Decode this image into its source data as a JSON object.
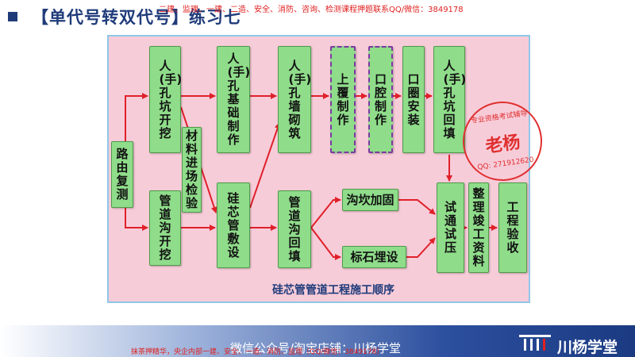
{
  "header": {
    "title": "【单代号转双代号】练习七",
    "top_note": "二建、监理、一建、二造、安全、消防、咨询、检测课程押题联系QQ/微信：3849178"
  },
  "boxes": {
    "path_review": "路由复测",
    "pit_dig": "人(手)孔坑开挖",
    "base_make": "人(手)孔基础制作",
    "material_check": "材料进场检验",
    "wall_build": "人(手)孔墙砌筑",
    "cover_make": "上覆制作",
    "cavity_make": "口腔制作",
    "ring_install": "口圈安装",
    "pit_backfill": "人(手)孔坑回填",
    "trench_dig": "管道沟开挖",
    "pipe_lay": "硅芯管敷设",
    "trench_backfill": "管道沟回填",
    "slope_fix": "沟坎加固",
    "marker_bury": "标石埋设",
    "pressure_test": "试通试压",
    "docs": "整理竣工资料",
    "acceptance": "工程验收"
  },
  "caption": "硅芯管管道工程施工顺序",
  "stamp": {
    "ring_text": "专业资格考试辅导",
    "name": "老杨",
    "qq": "QQ: 271912620"
  },
  "footer": {
    "text": "微信公众号/淘宝店铺：川杨学堂",
    "brand": "川杨学堂",
    "note": "抹茶押精华，央企内部一建、安全、一造、消防、监理（QQ/微信：3849178）"
  },
  "colors": {
    "box_fill": "#8fdc8a",
    "panel_fill": "#f7ccd9",
    "arrow": "#e0202a",
    "title": "#1f3b7a"
  }
}
